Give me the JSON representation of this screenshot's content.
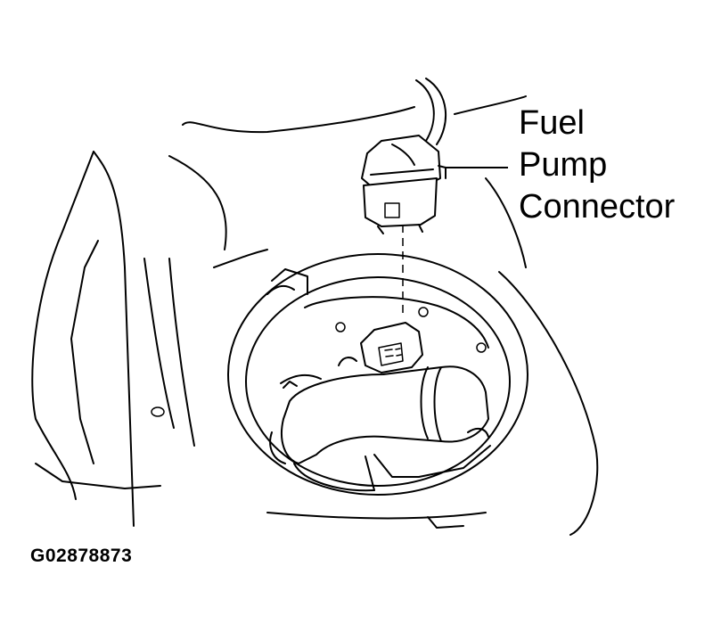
{
  "callout": {
    "lines": [
      "Fuel",
      "Pump",
      "Connector"
    ]
  },
  "figure_id": "G02878873",
  "icons": {
    "connector": "electrical-connector-icon",
    "pump": "fuel-pump-assembly-icon"
  }
}
